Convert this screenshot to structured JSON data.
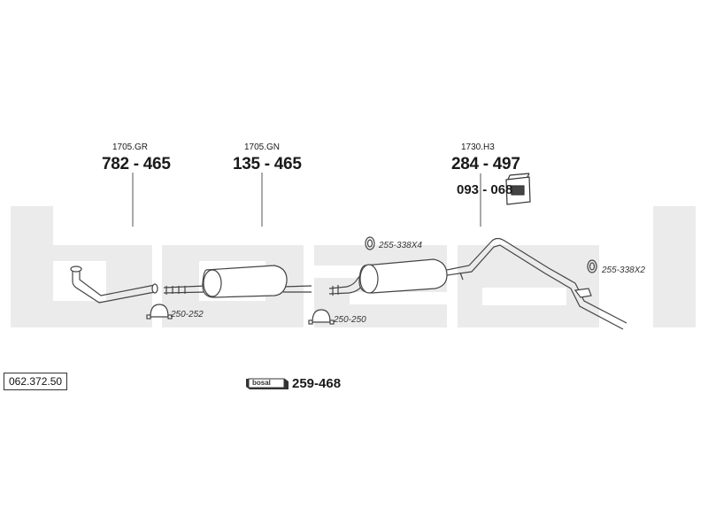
{
  "diagram": {
    "reference_number": "062.372.50",
    "brand_logo_text": "bosal",
    "parts": [
      {
        "code": "1705.GR",
        "part_number": "782 - 465"
      },
      {
        "code": "1705.GN",
        "part_number": "135 - 465"
      },
      {
        "code": "1730.H3",
        "part_number": "284 - 497"
      }
    ],
    "rubber_mount_number": "093 - 068",
    "fittings": [
      {
        "label": "250-252"
      },
      {
        "label": "250-250"
      },
      {
        "label": "255-338X4"
      },
      {
        "label": "255-338X2"
      }
    ],
    "kit": {
      "badge_text": "bosal",
      "part_number": "259-468"
    },
    "colors": {
      "watermark": "#ebebeb",
      "line": "#444444",
      "text": "#1a1a1a"
    }
  }
}
